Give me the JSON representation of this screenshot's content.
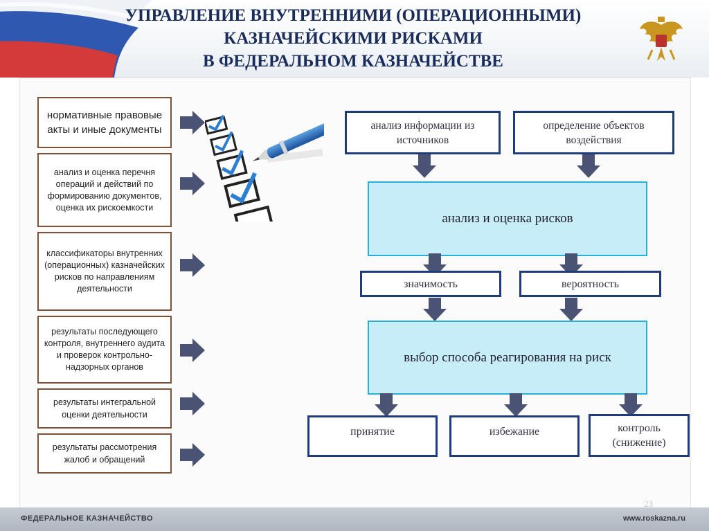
{
  "header": {
    "title_lines": [
      "УПРАВЛЕНИЕ ВНУТРЕННИМИ (ОПЕРАЦИОННЫМИ)",
      "КАЗНАЧЕЙСКИМИ РИСКАМИ",
      "В ФЕДЕРАЛЬНОМ КАЗНАЧЕЙСТВЕ"
    ]
  },
  "sources": [
    "нормативные правовые акты и иные документы",
    "анализ и оценка перечня операций и действий по формированию документов, оценка их рискоемкости",
    "классификаторы внутренних (операционных) казначейских рисков по направлениям деятельности",
    "результаты последующего контроля, внутреннего аудита и проверок контрольно-надзорных органов",
    "результаты интегральной оценки деятельности",
    "результаты рассмотрения жалоб и обращений"
  ],
  "flow": {
    "input_1": "анализ информации из источников",
    "input_2": "определение объектов воздействия",
    "analysis": "анализ и оценка рисков",
    "significance": "значимость",
    "probability": "вероятность",
    "response": "выбор способа реагирования на риск",
    "acceptance": "принятие",
    "avoidance": "избежание",
    "control": "контроль (снижение)"
  },
  "footer": {
    "left": "ФЕДЕРАЛЬНОЕ КАЗНАЧЕЙСТВО",
    "right": "www.roskazna.ru",
    "page": "23"
  },
  "colors": {
    "title": "#1a2d5a",
    "source_border": "#7b5236",
    "flow_border": "#1f3b7a",
    "highlight_fill": "#c7eef8",
    "highlight_border": "#2ab0d8",
    "arrow": "#4a5374"
  }
}
